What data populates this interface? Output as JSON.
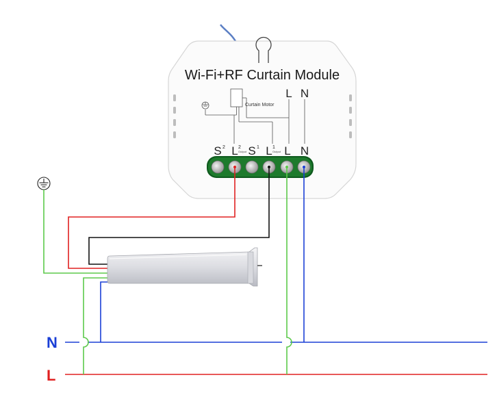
{
  "module": {
    "title": "Wi-Fi+RF Curtain Module",
    "motor_label": "Curtain Motor",
    "top_L": "L",
    "top_N": "N",
    "terminals": [
      {
        "name": "S",
        "sup": "2",
        "sub": ""
      },
      {
        "name": "L",
        "sup": "2",
        "sub": "Output"
      },
      {
        "name": "S",
        "sup": "1",
        "sub": ""
      },
      {
        "name": "L",
        "sup": "1",
        "sub": "Output"
      },
      {
        "name": "L",
        "sup": "",
        "sub": ""
      },
      {
        "name": "N",
        "sup": "",
        "sub": ""
      }
    ]
  },
  "bus": {
    "neutral_label": "N",
    "live_label": "L",
    "neutral_color": "#1a3fd6",
    "live_color": "#e02020"
  },
  "wire_colors": {
    "ground": "#5cc94a",
    "black": "#111111",
    "red": "#e02020",
    "blue": "#1a3fd6"
  },
  "icons": [
    "ground-symbol-icon",
    "antenna-icon",
    "curtain-motor-icon"
  ]
}
